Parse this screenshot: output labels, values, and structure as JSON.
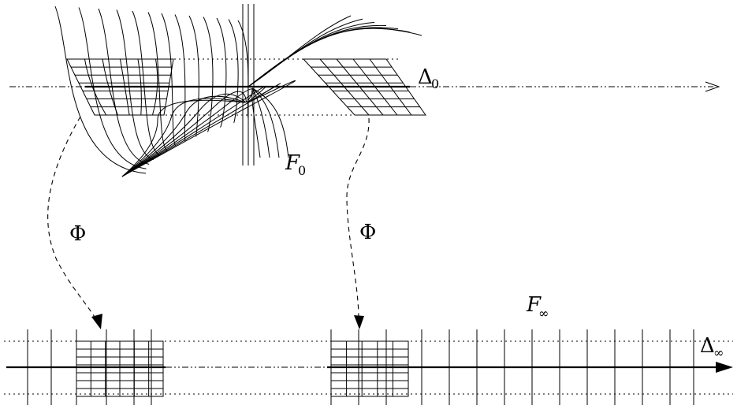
{
  "labels": {
    "delta_0": {
      "main": "Δ",
      "sub": "0"
    },
    "foliation_0": {
      "main": "F",
      "sub": "0"
    },
    "phi_left": "Φ",
    "phi_right": "Φ",
    "foliation_inf": {
      "main": "F",
      "sub": "∞"
    },
    "delta_inf": {
      "main": "Δ",
      "sub": "∞"
    }
  }
}
